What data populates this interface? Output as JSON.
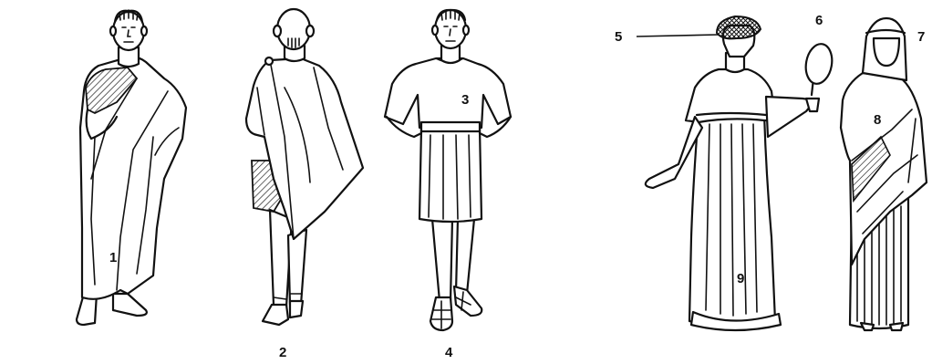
{
  "labels": {
    "n1": "1",
    "n2": "2",
    "n3": "3",
    "n4": "4",
    "n5": "5",
    "n6": "6",
    "n7": "7",
    "n8": "8",
    "n9": "9"
  },
  "figures": [
    {
      "icon": "man-in-toga-front-icon"
    },
    {
      "icon": "man-in-cloak-back-icon"
    },
    {
      "icon": "man-in-tunic-icon"
    },
    {
      "icon": "woman-with-mirror-icon"
    },
    {
      "icon": "veiled-woman-in-palla-icon"
    }
  ],
  "colors": {
    "ink": "#111111",
    "paper": "#ffffff"
  }
}
